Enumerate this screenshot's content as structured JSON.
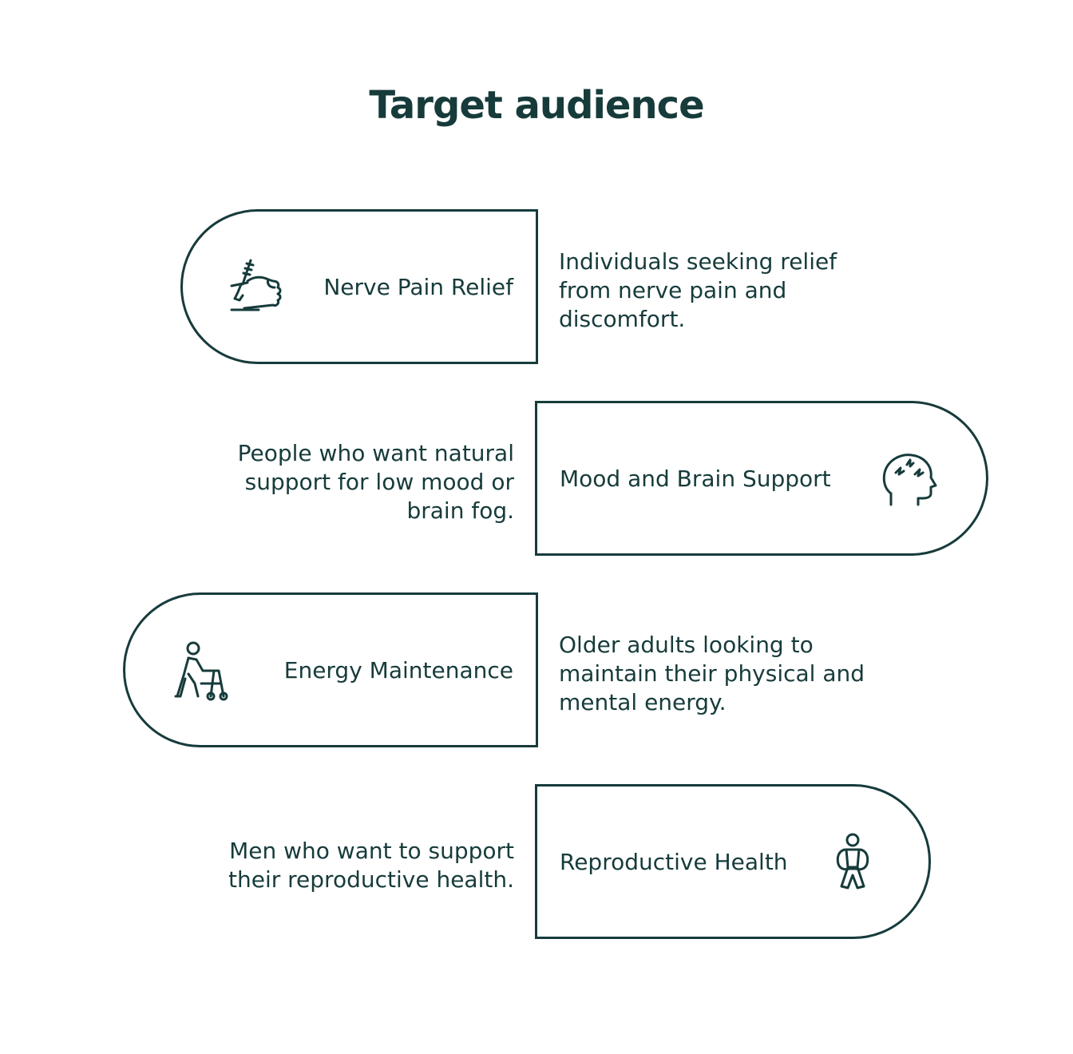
{
  "title": "Target audience",
  "colors": {
    "ink": "#173b3b",
    "background": "#ffffff"
  },
  "rows": [
    {
      "label": "Nerve Pain Relief",
      "icon": "hand-syringe-icon",
      "description_lines": [
        "Individuals seeking relief",
        "from nerve pain and",
        "discomfort."
      ]
    },
    {
      "label": "Mood and Brain Support",
      "icon": "head-lightning-icon",
      "description_lines": [
        "People who want natural",
        "support for low mood or",
        "brain fog."
      ]
    },
    {
      "label": "Energy Maintenance",
      "icon": "person-walker-icon",
      "description_lines": [
        "Older adults looking to",
        "maintain their physical and",
        "mental energy."
      ]
    },
    {
      "label": "Reproductive Health",
      "icon": "person-covering-groin-icon",
      "description_lines": [
        "Men who want to support",
        "their reproductive health."
      ]
    }
  ]
}
